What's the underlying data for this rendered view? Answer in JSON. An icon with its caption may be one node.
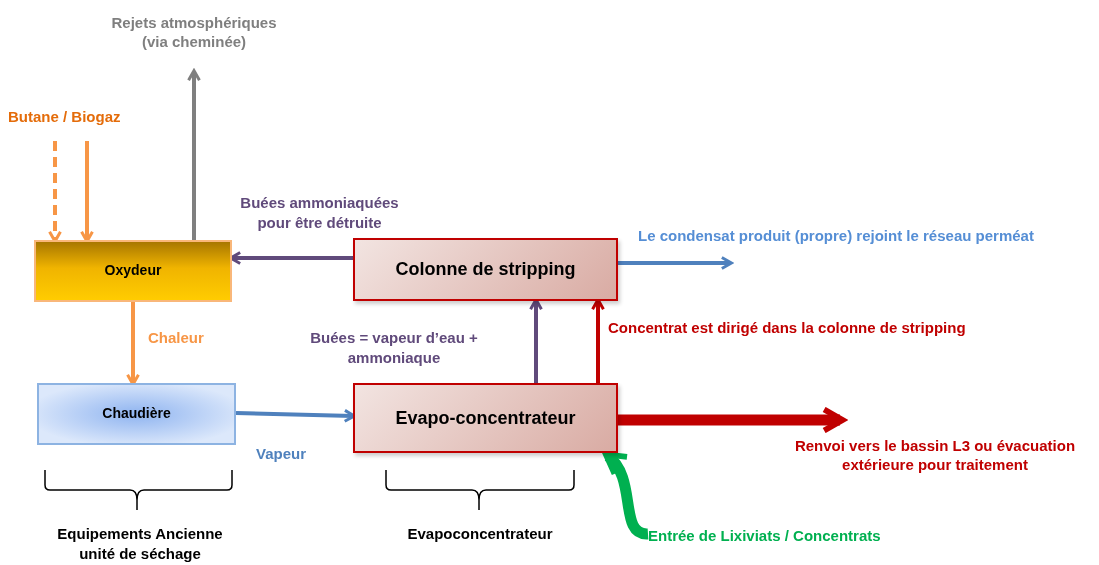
{
  "diagram": {
    "nodes": [
      {
        "text": [
          "Oxydeur"
        ]
      },
      {
        "text": [
          "Chaudière"
        ]
      },
      {
        "text": [
          "Colonne de stripping"
        ]
      },
      {
        "text": [
          "Evapo-concentrateur"
        ]
      },
      {
        "text": [
          "Rejets atmosphériques (via cheminée)"
        ]
      },
      {
        "text": [
          "Butane / Biogaz"
        ]
      },
      {
        "text": [
          "Le condensat produit (propre) rejoint le réseau perméat"
        ]
      },
      {
        "text": [
          "Renvoi vers le bassin L3 ou évacuation extérieure pour traitement"
        ]
      },
      {
        "text": [
          "Entrée de Lixiviats / Concentrats"
        ]
      }
    ],
    "edges": [
      {
        "from": 5,
        "to": 0,
        "arrow": "to",
        "style": "dashed",
        "color": "#f79646"
      },
      {
        "from": 5,
        "to": 0,
        "arrow": "to",
        "color": "#f79646"
      },
      {
        "from": 0,
        "to": 4,
        "arrow": "to",
        "color": "#7f7f7f"
      },
      {
        "from": 2,
        "to": 0,
        "arrow": "to",
        "label": "Buées ammoniaquées pour être détruite",
        "color": "#604a7b"
      },
      {
        "from": 0,
        "to": 1,
        "arrow": "to",
        "label": "Chaleur",
        "color": "#f79646"
      },
      {
        "from": 1,
        "to": 3,
        "arrow": "to",
        "label": "Vapeur",
        "color": "#4f81bd"
      },
      {
        "from": 3,
        "to": 2,
        "arrow": "to",
        "label": "Buées = vapeur d’eau + ammoniaque",
        "color": "#604a7b"
      },
      {
        "from": 3,
        "to": 2,
        "arrow": "to",
        "label": "Concentrat est dirigé dans la colonne de stripping",
        "color": "#c00000"
      },
      {
        "from": 2,
        "to": 6,
        "arrow": "to",
        "color": "#4f81bd"
      },
      {
        "from": 3,
        "to": 7,
        "arrow": "to",
        "style": "thick",
        "color": "#c00000"
      },
      {
        "from": 8,
        "to": 3,
        "arrow": "to",
        "style": "thick",
        "color": "#00b050"
      }
    ],
    "labels": [
      "Equipements Ancienne unité de séchage",
      "Evapoconcentrateur"
    ]
  }
}
